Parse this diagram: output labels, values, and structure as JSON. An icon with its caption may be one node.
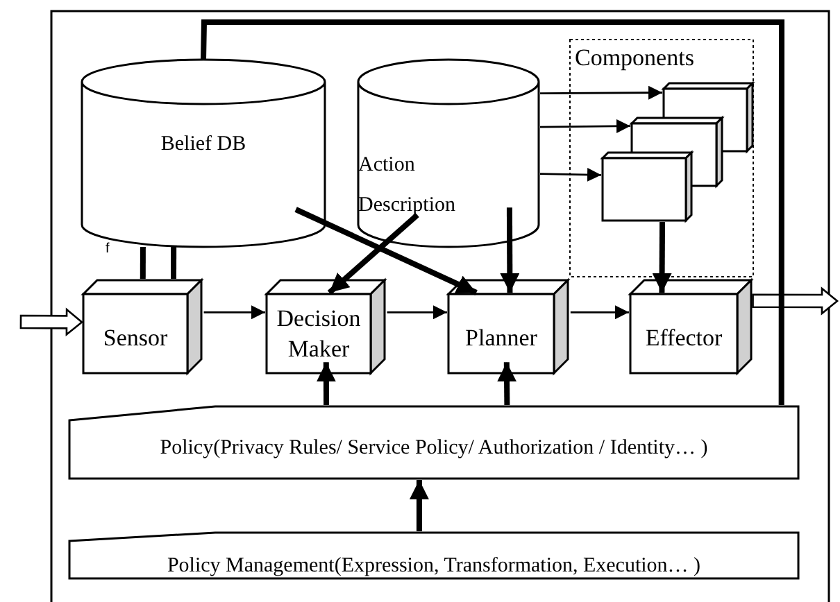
{
  "diagram": {
    "nodes": [
      {
        "text": [
          "Belief DB"
        ]
      },
      {
        "text": [
          "Action Description"
        ]
      },
      {
        "text": [
          "Components"
        ]
      },
      {
        "text": [],
        "shape": "box",
        "in": 2
      },
      {
        "text": [],
        "shape": "box",
        "in": 2
      },
      {
        "text": [],
        "shape": "box",
        "in": 2
      },
      {
        "text": [
          "Sensor"
        ]
      },
      {
        "text": [
          "Decision Maker"
        ]
      },
      {
        "text": [
          "Planner"
        ]
      },
      {
        "text": [
          "Effector"
        ]
      },
      {
        "text": [
          "Policy(Privacy Rules/ Service Policy/ Authorization / Identity… )"
        ]
      },
      {
        "text": [
          "Policy Management(Expression, Transformation, Execution… )"
        ]
      }
    ],
    "edges": [
      {
        "from": null,
        "to": 6,
        "arrow": "to"
      },
      {
        "from": 9,
        "to": null,
        "arrow": "to"
      },
      {
        "from": 0,
        "to": 6,
        "arrow": "none"
      },
      {
        "from": 0,
        "to": 6,
        "arrow": "none"
      },
      {
        "from": 6,
        "to": 7,
        "arrow": "to"
      },
      {
        "from": 7,
        "to": 8,
        "arrow": "to"
      },
      {
        "from": 8,
        "to": 9,
        "arrow": "to"
      },
      {
        "from": 1,
        "to": 7,
        "arrow": "to"
      },
      {
        "from": 0,
        "to": 8,
        "arrow": "to"
      },
      {
        "from": 1,
        "to": 8,
        "arrow": "to"
      },
      {
        "from": 1,
        "to": 3,
        "arrow": "to"
      },
      {
        "from": 1,
        "to": 4,
        "arrow": "to"
      },
      {
        "from": 1,
        "to": 5,
        "arrow": "to"
      },
      {
        "from": 5,
        "to": 9,
        "arrow": "to"
      },
      {
        "from": 10,
        "to": 7,
        "arrow": "to"
      },
      {
        "from": 10,
        "to": 8,
        "arrow": "to"
      },
      {
        "from": 11,
        "to": 10,
        "arrow": "to"
      },
      {
        "from": 0,
        "to": 10,
        "arrow": "none"
      }
    ],
    "labels": [
      "f"
    ]
  }
}
